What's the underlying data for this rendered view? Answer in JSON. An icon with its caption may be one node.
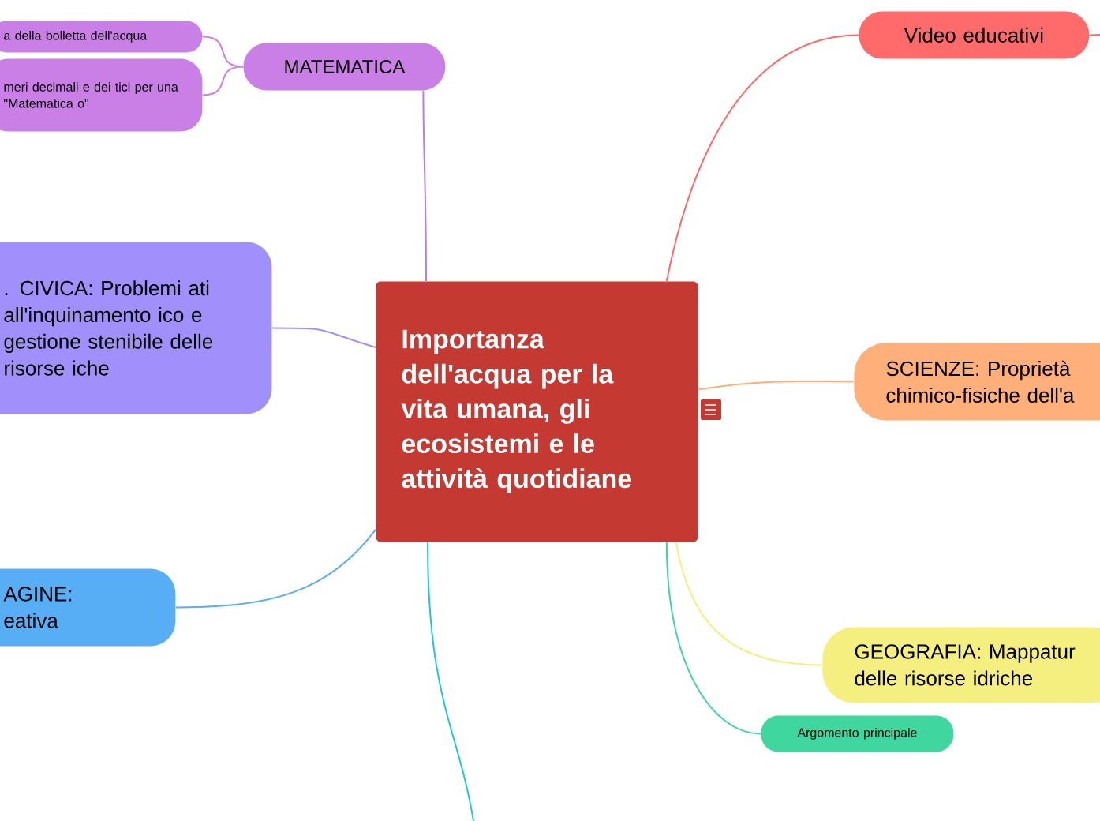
{
  "diagram": {
    "nodes": [
      {
        "text": [
          "Importanza dell'acqua per la vita umana, gli ecosistemi e le attività quotidiane"
        ]
      },
      {
        "text": [
          "MATEMATICA"
        ]
      },
      {
        "text": [
          "a della bolletta dell'acqua"
        ]
      },
      {
        "text": [
          "meri decimali e dei tici per una \"Matematica o\""
        ]
      },
      {
        "text": [
          ". CIVICA: Problemi ati all'inquinamento ico e gestione stenibile delle risorse iche"
        ]
      },
      {
        "text": [
          "AGINE: eativa"
        ]
      },
      {
        "text": [
          "Video educativi"
        ]
      },
      {
        "text": [
          "SCIENZE: Proprietà chimico-fisiche dell'a"
        ]
      },
      {
        "text": [
          "GEOGRAFIA: Mappatur delle risorse idriche"
        ]
      },
      {
        "text": [
          "Argomento principale"
        ]
      }
    ],
    "edges": [
      {
        "from": 0,
        "to": 1,
        "arrow": "none",
        "color": "#b87fe0"
      },
      {
        "from": 1,
        "to": 2,
        "arrow": "none",
        "color": "#c97fe6"
      },
      {
        "from": 1,
        "to": 3,
        "arrow": "none",
        "color": "#c97fe6"
      },
      {
        "from": 0,
        "to": 4,
        "arrow": "none",
        "color": "#a18ffc"
      },
      {
        "from": 0,
        "to": 5,
        "arrow": "none",
        "color": "#57aef5"
      },
      {
        "from": 0,
        "to": 6,
        "arrow": "none",
        "color": "#ff6b6b"
      },
      {
        "from": 6,
        "to": null,
        "arrow": "none",
        "color": "#ff6b6b"
      },
      {
        "from": 0,
        "to": 7,
        "arrow": "none",
        "color": "#ffb07a"
      },
      {
        "from": 0,
        "to": 8,
        "arrow": "none",
        "color": "#f5ef80"
      },
      {
        "from": 0,
        "to": 9,
        "arrow": "none",
        "color": "#40d6a0"
      },
      {
        "from": 0,
        "to": null,
        "arrow": "none",
        "color": "#1fc8d8"
      }
    ]
  }
}
